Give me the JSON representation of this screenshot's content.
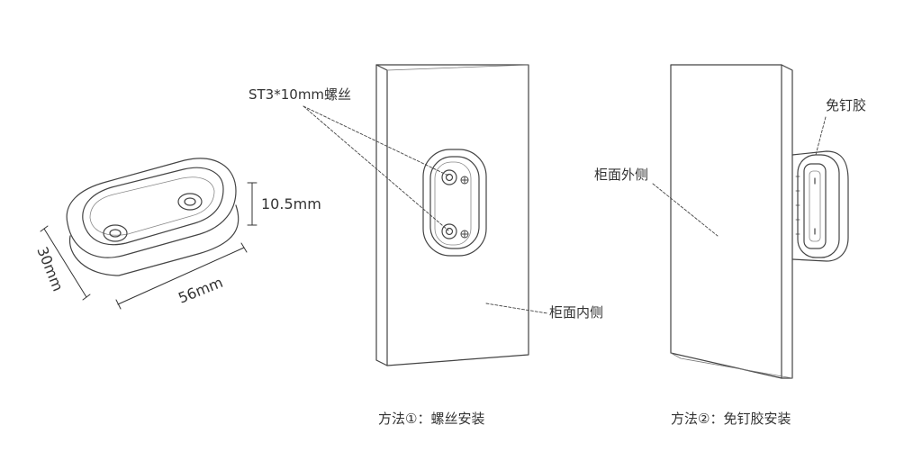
{
  "dimensions": {
    "height": "10.5mm",
    "width": "30mm",
    "length": "56mm"
  },
  "method1": {
    "screw_label": "ST3*10mm螺丝",
    "inner_label": "柜面内侧",
    "caption": "方法①：螺丝安装"
  },
  "method2": {
    "tape_label": "免钉胶",
    "outer_label": "柜面外侧",
    "caption": "方法②：免钉胶安装"
  }
}
